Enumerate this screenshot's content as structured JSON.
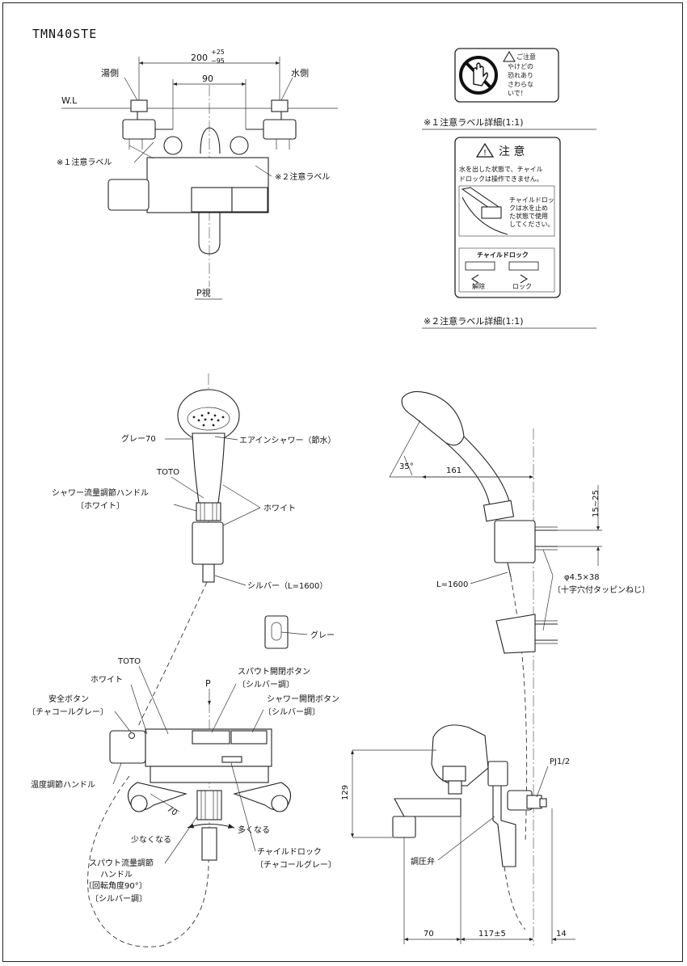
{
  "model": "TMN40STE",
  "top_view": {
    "wl_label": "W.L",
    "hot_side": "湯側",
    "cold_side": "水側",
    "dim_200": "200",
    "dim_200_tol_plus": "+25",
    "dim_200_tol_minus": "−95",
    "dim_90": "90",
    "label1": "※１注意ラベル",
    "label2": "※２注意ラベル",
    "view_p": "P視"
  },
  "label1_detail": {
    "text_lines": [
      "ご注意",
      "やけどの",
      "恐れあり",
      "さわらな",
      "いで！"
    ],
    "caption": "※１注意ラベル詳細(1:1)"
  },
  "label2_detail": {
    "title": "注 意",
    "body_lines": [
      "水を出した状態で、チャイル",
      "ドロックは操作できません。"
    ],
    "lock_note_lines": [
      "チャイルドロッ",
      "クは水を止め",
      "た状態で使用",
      "してください。"
    ],
    "lock_title": "チャイルドロック",
    "release": "解除",
    "lock": "ロック",
    "caption": "※２注意ラベル詳細(1:1)"
  },
  "shower": {
    "grey70": "グレー70",
    "air_in": "エアインシャワー（節水）",
    "toto": "TOTO",
    "flow_handle": "シャワー流量調節ハンドル",
    "flow_handle_color": "〔ホワイト〕",
    "white": "ホワイト",
    "hose": "シルバー（L=1600）",
    "grey": "グレー"
  },
  "side_view": {
    "angle": "35°",
    "dim_161": "161",
    "dim_15_25": "15~25",
    "hose_len": "L=1600",
    "screw": "φ4.5×38",
    "screw_note": "〔十字穴付タッピンねじ〕",
    "pj": "PJ1/2",
    "dim_129": "129",
    "regulator": "調圧弁",
    "dim_70": "70",
    "dim_117": "117±5",
    "dim_14": "14"
  },
  "front_view": {
    "toto": "TOTO",
    "white": "ホワイト",
    "p": "P",
    "safety_button": "安全ボタン",
    "safety_color": "〔チャコールグレー〕",
    "spout_button": "スパウト開閉ボタン",
    "spout_button_color": "〔シルバー調〕",
    "shower_button": "シャワー開閉ボタン",
    "shower_button_color": "〔シルバー調〕",
    "temp_handle": "温度調節ハンドル",
    "less": "少なくなる",
    "more": "多くなる",
    "dim_70": "70",
    "child_lock": "チャイルドロック",
    "child_lock_color": "〔チャコールグレー〕",
    "spout_flow": "スパウト流量調節",
    "spout_flow2": "ハンドル",
    "rotation": "〔回転角度90°〕",
    "silver": "〔シルバー調〕"
  }
}
